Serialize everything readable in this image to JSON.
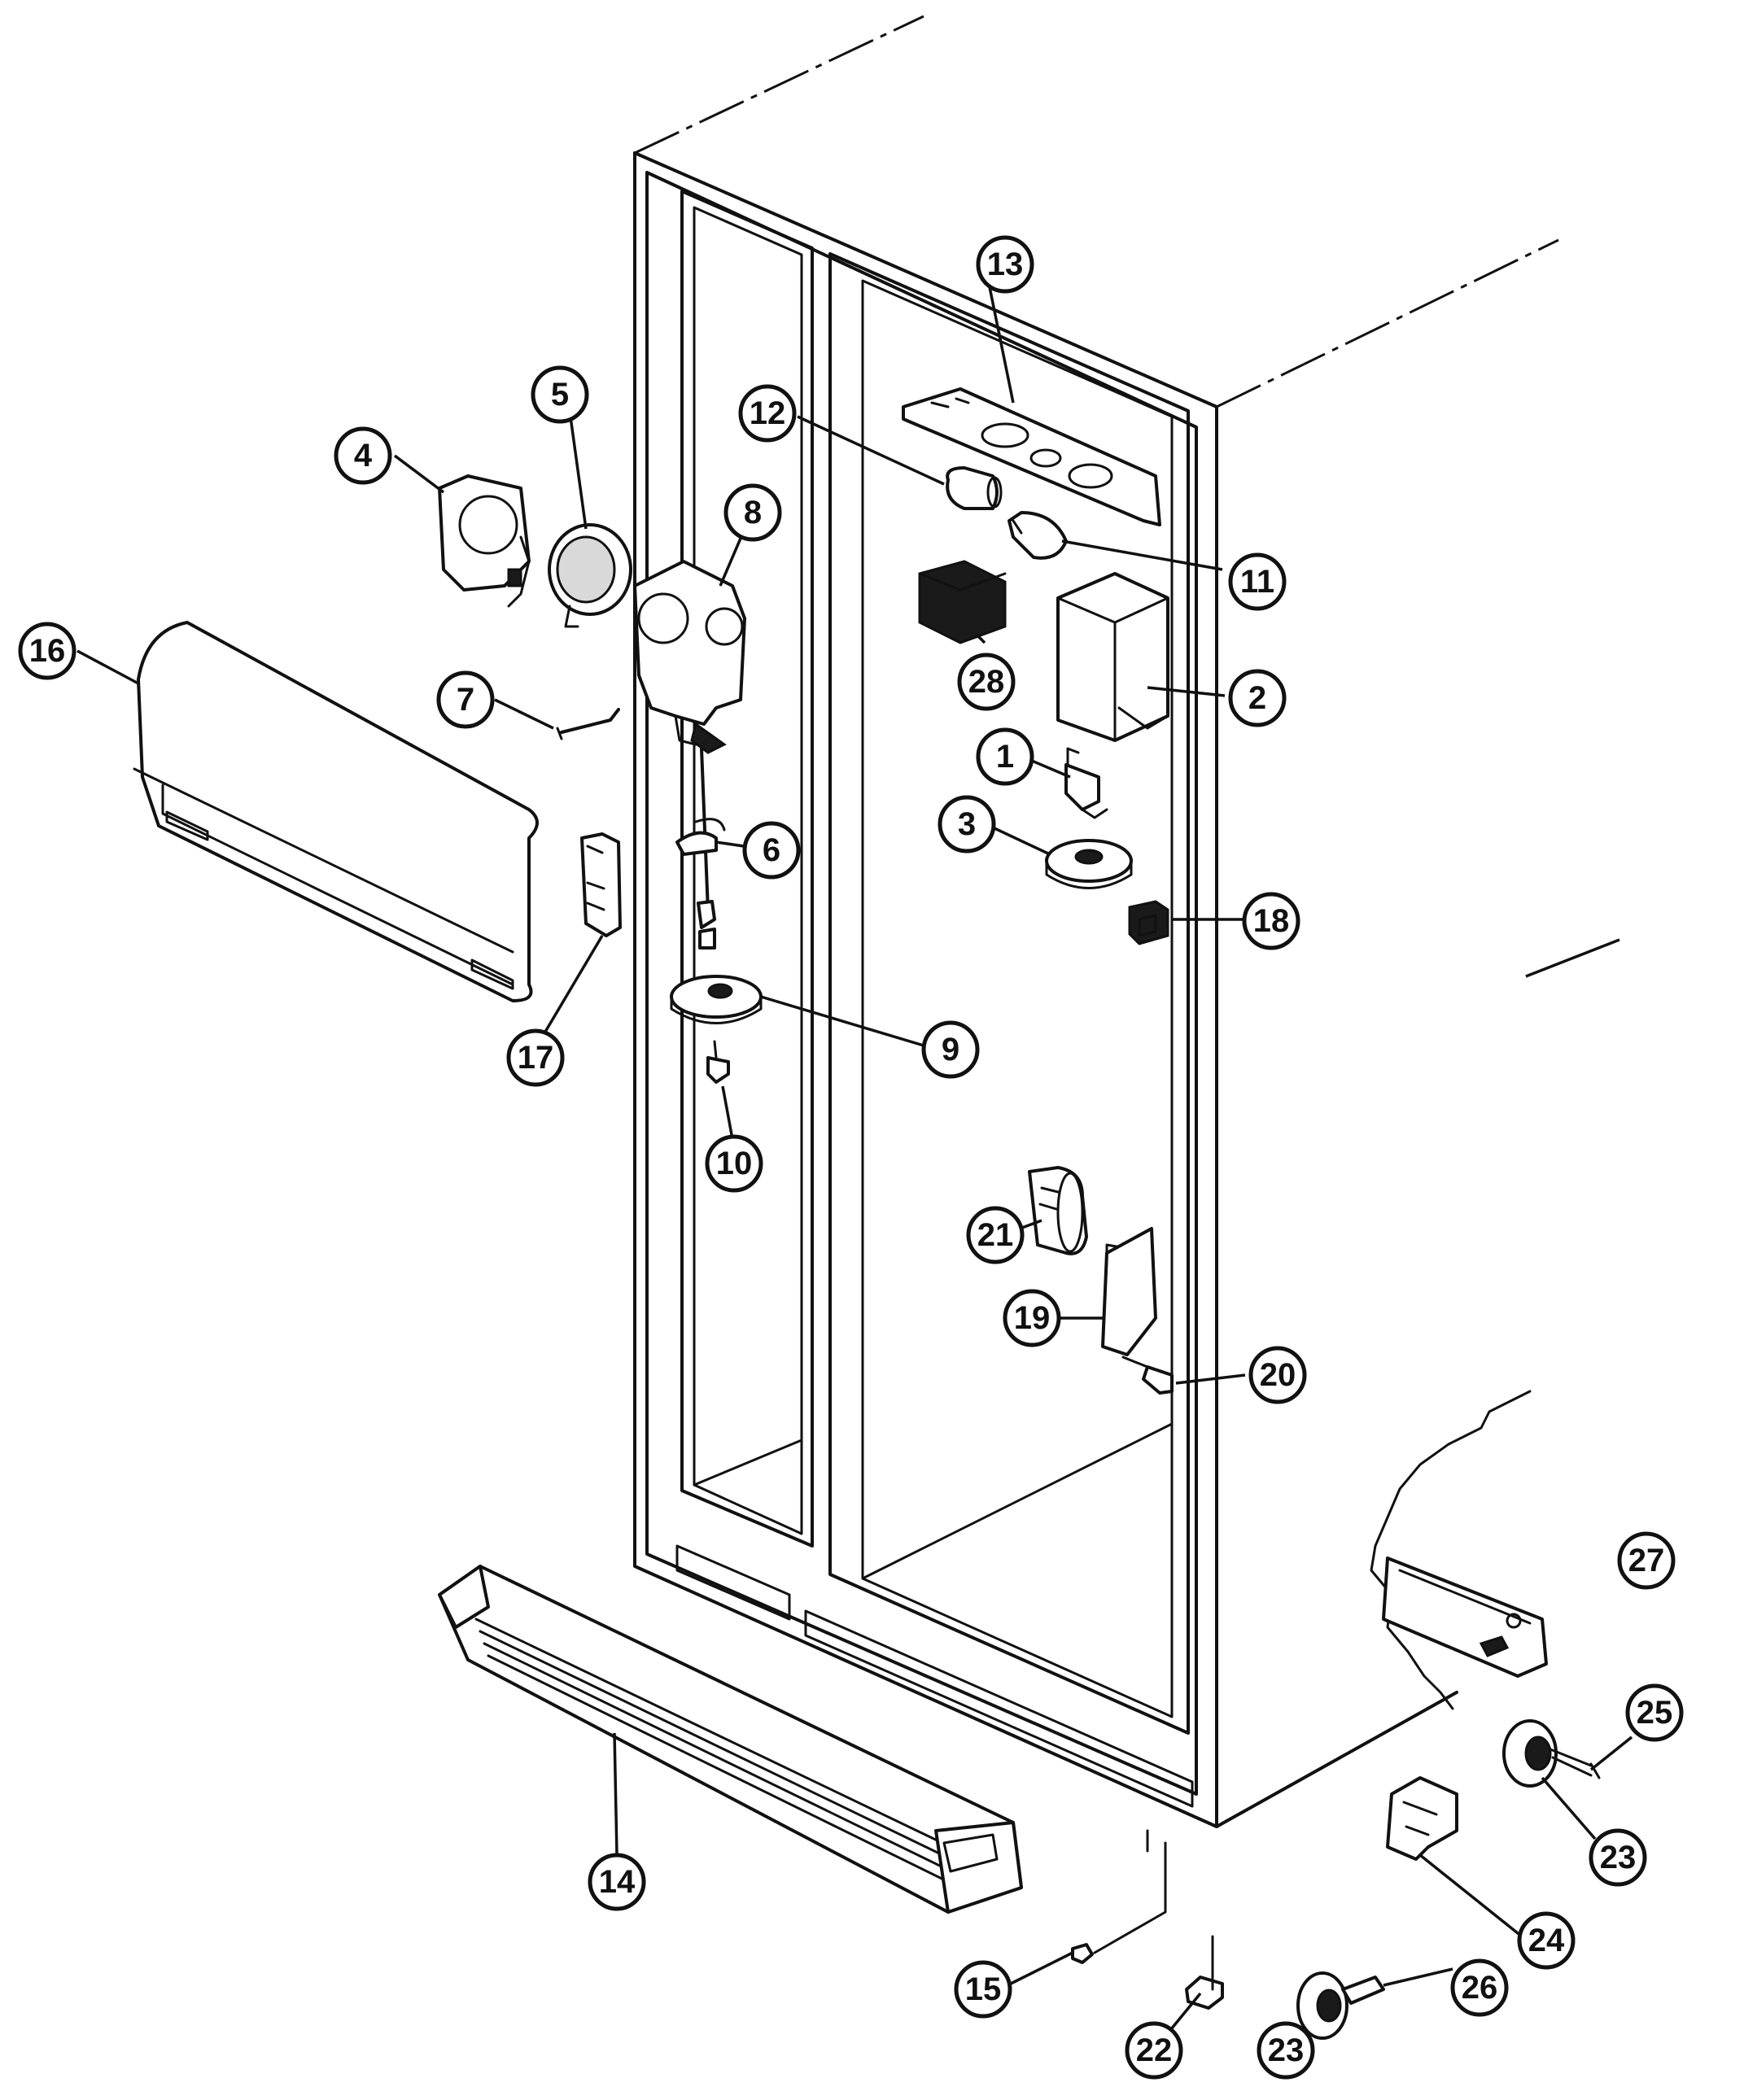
{
  "callouts": [
    {
      "id": "c1",
      "number": "1"
    },
    {
      "id": "c2",
      "number": "2"
    },
    {
      "id": "c3",
      "number": "3"
    },
    {
      "id": "c4",
      "number": "4"
    },
    {
      "id": "c5",
      "number": "5"
    },
    {
      "id": "c6",
      "number": "6"
    },
    {
      "id": "c7",
      "number": "7"
    },
    {
      "id": "c8",
      "number": "8"
    },
    {
      "id": "c9",
      "number": "9"
    },
    {
      "id": "c10",
      "number": "10"
    },
    {
      "id": "c11",
      "number": "11"
    },
    {
      "id": "c12",
      "number": "12"
    },
    {
      "id": "c13",
      "number": "13"
    },
    {
      "id": "c14",
      "number": "14"
    },
    {
      "id": "c15",
      "number": "15"
    },
    {
      "id": "c16",
      "number": "16"
    },
    {
      "id": "c17",
      "number": "17"
    },
    {
      "id": "c18",
      "number": "18"
    },
    {
      "id": "c19",
      "number": "19"
    },
    {
      "id": "c20",
      "number": "20"
    },
    {
      "id": "c21",
      "number": "21"
    },
    {
      "id": "c22",
      "number": "22"
    },
    {
      "id": "c23a",
      "number": "23"
    },
    {
      "id": "c23b",
      "number": "23"
    },
    {
      "id": "c24",
      "number": "24"
    },
    {
      "id": "c25",
      "number": "25"
    },
    {
      "id": "c26",
      "number": "26"
    },
    {
      "id": "c27",
      "number": "27"
    },
    {
      "id": "c28",
      "number": "28"
    }
  ]
}
